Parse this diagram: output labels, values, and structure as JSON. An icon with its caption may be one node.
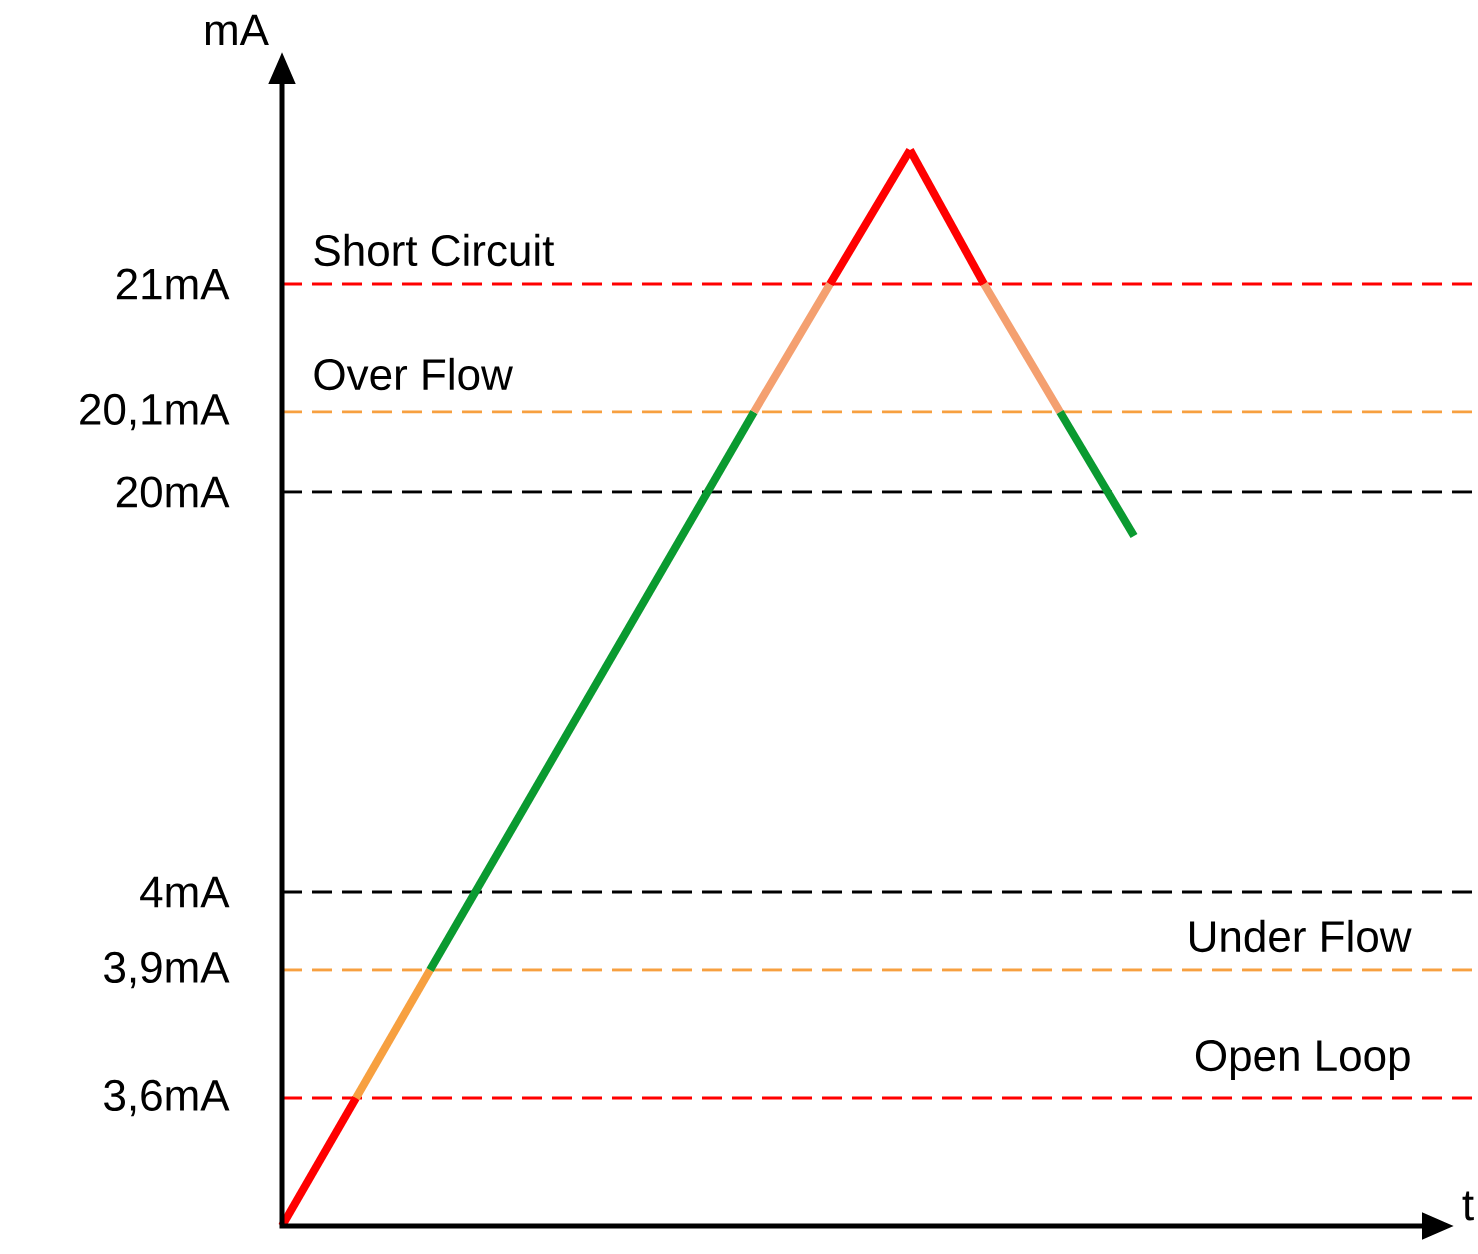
{
  "diagram": {
    "labels": [
      "mA",
      "Short Circuit",
      "21mA",
      "Over Flow",
      "20,1mA",
      "20mA",
      "4mA",
      "Under Flow",
      "3,9mA",
      "Open Loop",
      "3,6mA",
      "t"
    ]
  }
}
